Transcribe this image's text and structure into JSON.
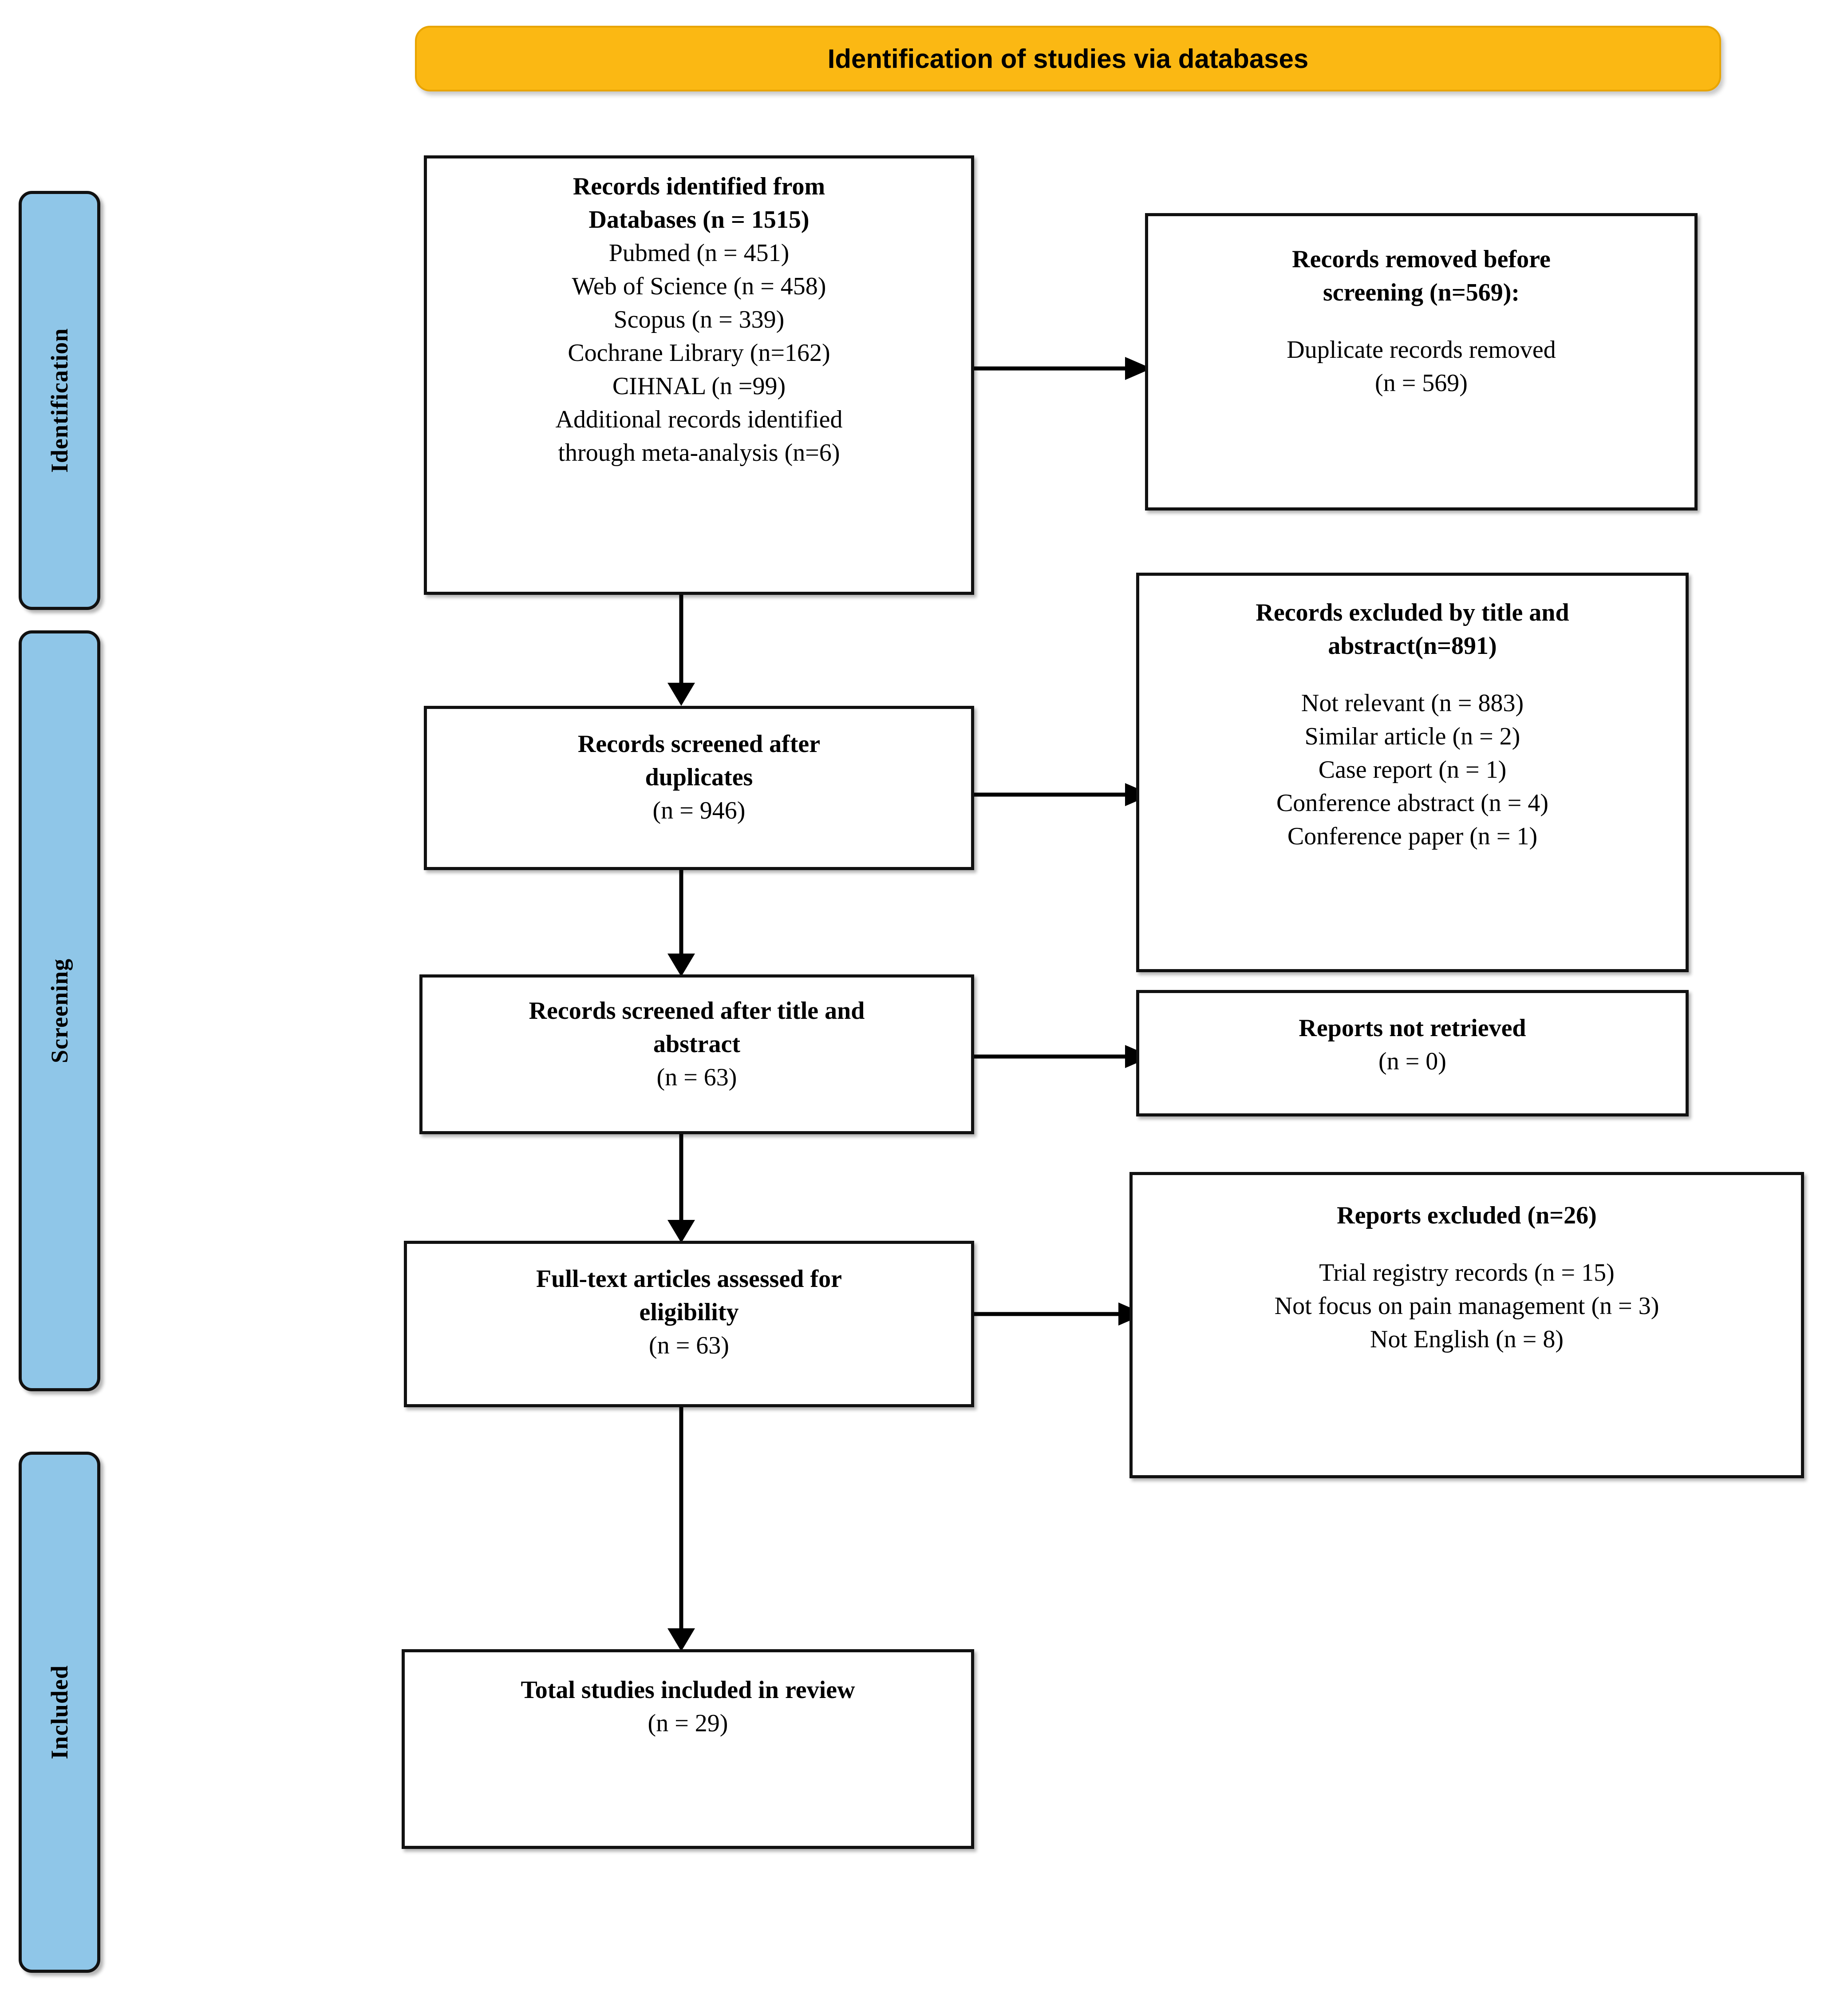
{
  "banner": {
    "title": "Identification of studies via databases"
  },
  "phases": [
    {
      "label": "Identification"
    },
    {
      "label": "Screening"
    },
    {
      "label": "Included"
    }
  ],
  "boxes": {
    "identified": {
      "lines": [
        {
          "text": "Records identified from",
          "bold": true
        },
        {
          "text": "Databases (n = 1515)",
          "bold": true
        },
        {
          "text": "Pubmed  (n = 451)",
          "bold": false
        },
        {
          "text": "Web of Science (n = 458)",
          "bold": false
        },
        {
          "text": "Scopus (n = 339)",
          "bold": false
        },
        {
          "text": "Cochrane Library (n=162)",
          "bold": false
        },
        {
          "text": "CIHNAL (n =99)",
          "bold": false
        },
        {
          "text": "Additional records identified",
          "bold": false
        },
        {
          "text": "through meta-analysis (n=6)",
          "bold": false
        }
      ]
    },
    "removed_before_screening": {
      "lines": [
        {
          "text": "Records removed before",
          "bold": true
        },
        {
          "text": "screening (n=569):",
          "bold": true
        },
        {
          "text": "",
          "bold": false,
          "spacer": true
        },
        {
          "text": "Duplicate records removed",
          "bold": false
        },
        {
          "text": "(n = 569)",
          "bold": false
        }
      ]
    },
    "screened_after_duplicates": {
      "lines": [
        {
          "text": "Records screened after",
          "bold": true
        },
        {
          "text": "duplicates",
          "bold": true
        },
        {
          "text": "(n = 946)",
          "bold": false
        }
      ]
    },
    "excluded_title_abstract": {
      "lines": [
        {
          "text": "Records excluded by title and",
          "bold": true
        },
        {
          "text": "abstract(n=891)",
          "bold": true
        },
        {
          "text": "",
          "bold": false,
          "spacer": true
        },
        {
          "text": "Not relevant (n = 883)",
          "bold": false
        },
        {
          "text": "Similar article (n = 2)",
          "bold": false
        },
        {
          "text": "Case report (n = 1)",
          "bold": false
        },
        {
          "text": "Conference abstract (n = 4)",
          "bold": false
        },
        {
          "text": "Conference paper (n = 1)",
          "bold": false
        }
      ]
    },
    "screened_after_title_abstract": {
      "lines": [
        {
          "text": "Records screened after title and",
          "bold": true
        },
        {
          "text": "abstract",
          "bold": true
        },
        {
          "text": "(n = 63)",
          "bold": false
        }
      ]
    },
    "reports_not_retrieved": {
      "lines": [
        {
          "text": "Reports not retrieved",
          "bold": true
        },
        {
          "text": "(n = 0)",
          "bold": false
        }
      ]
    },
    "fulltext_assessed": {
      "lines": [
        {
          "text": "Full-text articles assessed for",
          "bold": true
        },
        {
          "text": "eligibility",
          "bold": true
        },
        {
          "text": "(n = 63)",
          "bold": false
        }
      ]
    },
    "reports_excluded": {
      "lines": [
        {
          "text": "Reports excluded (n=26)",
          "bold": true
        },
        {
          "text": "",
          "bold": false,
          "spacer": true
        },
        {
          "text": "Trial registry records (n = 15)",
          "bold": false
        },
        {
          "text": "Not focus on pain management (n = 3)",
          "bold": false
        },
        {
          "text": "Not English (n = 8)",
          "bold": false
        }
      ]
    },
    "total_included": {
      "lines": [
        {
          "text": "Total studies included in review",
          "bold": true
        },
        {
          "text": "(n = 29)",
          "bold": false
        }
      ]
    }
  },
  "colors": {
    "banner_fill": "#FBB813",
    "banner_border": "#E8A400",
    "phase_fill": "#8FC6E8",
    "box_border": "#111111",
    "connector": "#000000",
    "background": "#FFFFFF"
  },
  "chart_data": {
    "type": "diagram",
    "title": "PRISMA flow diagram",
    "nodes": [
      {
        "id": "identified",
        "stage": "Identification",
        "label": "Records identified from Databases",
        "n": 1515,
        "breakdown": [
          {
            "source": "Pubmed",
            "n": 451
          },
          {
            "source": "Web of Science",
            "n": 458
          },
          {
            "source": "Scopus",
            "n": 339
          },
          {
            "source": "Cochrane Library",
            "n": 162
          },
          {
            "source": "CIHNAL",
            "n": 99
          },
          {
            "source": "Additional records identified through meta-analysis",
            "n": 6
          }
        ]
      },
      {
        "id": "removed_before_screening",
        "stage": "Identification",
        "label": "Records removed before screening",
        "n": 569,
        "breakdown": [
          {
            "reason": "Duplicate records removed",
            "n": 569
          }
        ]
      },
      {
        "id": "screened_after_duplicates",
        "stage": "Screening",
        "label": "Records screened after duplicates",
        "n": 946
      },
      {
        "id": "excluded_title_abstract",
        "stage": "Screening",
        "label": "Records excluded by title and abstract",
        "n": 891,
        "breakdown": [
          {
            "reason": "Not relevant",
            "n": 883
          },
          {
            "reason": "Similar article",
            "n": 2
          },
          {
            "reason": "Case report",
            "n": 1
          },
          {
            "reason": "Conference abstract",
            "n": 4
          },
          {
            "reason": "Conference paper",
            "n": 1
          }
        ]
      },
      {
        "id": "screened_after_title_abstract",
        "stage": "Screening",
        "label": "Records screened after title and abstract",
        "n": 63
      },
      {
        "id": "reports_not_retrieved",
        "stage": "Screening",
        "label": "Reports not retrieved",
        "n": 0
      },
      {
        "id": "fulltext_assessed",
        "stage": "Screening",
        "label": "Full-text articles assessed for eligibility",
        "n": 63
      },
      {
        "id": "reports_excluded",
        "stage": "Screening",
        "label": "Reports excluded",
        "n": 26,
        "breakdown": [
          {
            "reason": "Trial registry records",
            "n": 15
          },
          {
            "reason": "Not focus on pain management",
            "n": 3
          },
          {
            "reason": "Not English",
            "n": 8
          }
        ]
      },
      {
        "id": "total_included",
        "stage": "Included",
        "label": "Total studies included in review",
        "n": 29
      }
    ],
    "edges": [
      {
        "from": "identified",
        "to": "removed_before_screening",
        "direction": "right"
      },
      {
        "from": "identified",
        "to": "screened_after_duplicates",
        "direction": "down"
      },
      {
        "from": "screened_after_duplicates",
        "to": "excluded_title_abstract",
        "direction": "right"
      },
      {
        "from": "screened_after_duplicates",
        "to": "screened_after_title_abstract",
        "direction": "down"
      },
      {
        "from": "screened_after_title_abstract",
        "to": "reports_not_retrieved",
        "direction": "right"
      },
      {
        "from": "screened_after_title_abstract",
        "to": "fulltext_assessed",
        "direction": "down"
      },
      {
        "from": "fulltext_assessed",
        "to": "reports_excluded",
        "direction": "right"
      },
      {
        "from": "fulltext_assessed",
        "to": "total_included",
        "direction": "down"
      }
    ]
  }
}
